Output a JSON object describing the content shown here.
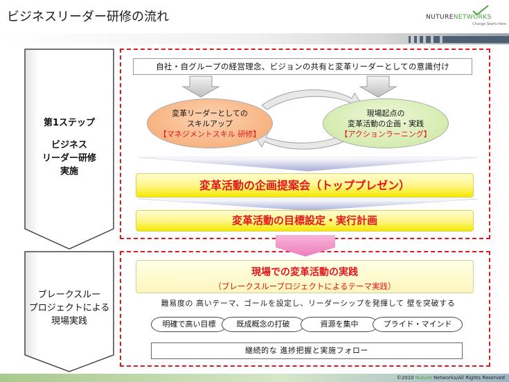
{
  "header": {
    "title": "ビジネスリーダー研修の流れ",
    "logo_text_dark": "NUTURE",
    "logo_text_green": "NETWORKS",
    "logo_tagline": "Change Starts Here"
  },
  "left_steps": {
    "step1_heading": "第1ステップ",
    "step1_line1": "ビジネス",
    "step1_line2": "リーダー研修",
    "step1_line3": "実施",
    "step2_line1": "ブレークスルー",
    "step2_line2": "プロジェクトによる",
    "step2_line3": "現場実践"
  },
  "statement": "自社・自グループの経営理念、ビジョンの共有と変革リーダーとしての意識付け",
  "ellipse_left": {
    "line1": "変革リーダーとしての",
    "line2": "スキルアップ",
    "line3": "【マネジメントスキル 研修】"
  },
  "ellipse_right": {
    "line1": "現場起点の",
    "line2": "変革活動の企画・実践",
    "line3": "【アクションラーニング】"
  },
  "bar_proposal": "変革活動の企画提案会（トッププレゼン）",
  "bar_goal": "変革活動の目標設定・実行計画",
  "practice": {
    "title": "現場での変革活動の実践",
    "subtitle": "（ブレークスルーブロジェクトによるテーマ実践）"
  },
  "description": "難易度の 高いテーマ、ゴールを設定し、リーダーシップを発揮して 壁を突破する",
  "pills": [
    "明確で高い目標",
    "既成概念の打破",
    "資源を集中",
    "プライド・マインド"
  ],
  "followup": "継続的な 進捗把握と実施フォロー",
  "footer": {
    "copyright_prefix": "©2010",
    "copyright_brand": "Nuture",
    "copyright_suffix": "Networks/All Rights Reserved"
  },
  "colors": {
    "accent_red": "#e5141b",
    "dashed_frame": "#e0181e",
    "brand_green": "#4aa33b",
    "yellow_bar": "#fff68a",
    "ellipse_orange": "#f6a76e",
    "ellipse_green": "#c9e79f",
    "pink_arrow": "#f08ac0",
    "header_bar": "#4d5f73"
  }
}
